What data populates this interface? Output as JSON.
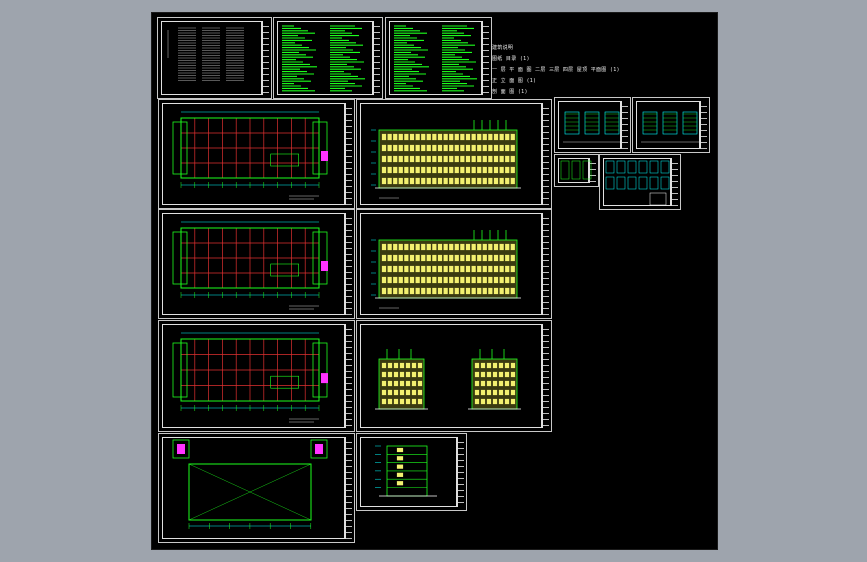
{
  "window": {
    "title": ""
  },
  "drawing": {
    "background": "#000000",
    "frame_color": "#c8c8c8",
    "layer_colors": {
      "grid": "#e03030",
      "walls": "#1dff1d",
      "facade": "#f3f070",
      "dims": "#00ffff",
      "text": "#ffffff",
      "stair": "#ff33ff"
    },
    "notes": [
      "建筑说明",
      "图纸 目录 (1)",
      "一 层 平 面 图  二层 三层 四层 屋顶 平面图 (1)",
      "正 立 面 图 (1)",
      "剖 面 图 (1)"
    ],
    "sheets": [
      {
        "name": "cover-table-sheet"
      },
      {
        "name": "design-notes-sheet-1"
      },
      {
        "name": "design-notes-sheet-2"
      },
      {
        "name": "floor-plan-1"
      },
      {
        "name": "elevation-1"
      },
      {
        "name": "floor-plan-2"
      },
      {
        "name": "elevation-2"
      },
      {
        "name": "floor-plan-3"
      },
      {
        "name": "side-elevations"
      },
      {
        "name": "roof-plan"
      },
      {
        "name": "section"
      },
      {
        "name": "detail-stair-1"
      },
      {
        "name": "detail-stair-2"
      },
      {
        "name": "detail-nodes-1"
      },
      {
        "name": "detail-nodes-2"
      }
    ]
  }
}
